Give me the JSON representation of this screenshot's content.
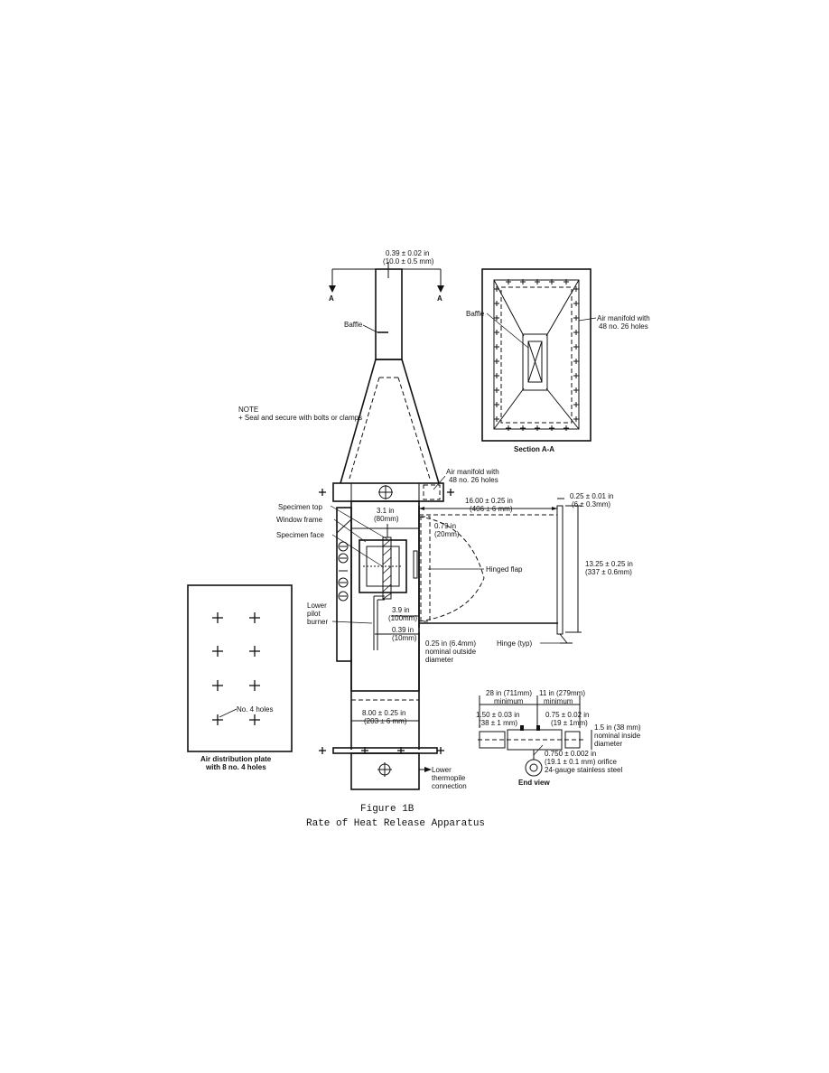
{
  "figure": {
    "number": "Figure 1B",
    "title": "Rate of Heat Release Apparatus"
  },
  "labels": {
    "top_dim_1": "0.39 ± 0.02 in",
    "top_dim_2": "(10.0 ± 0.5 mm)",
    "section_a_left": "A",
    "section_a_right": "A",
    "baffle_main": "Baffle",
    "note_title": "NOTE",
    "note_text": "+ Seal and secure with bolts or clamps",
    "section_baffle": "Baffle",
    "section_manifold_1": "Air manifold with",
    "section_manifold_2": "48 no. 26 holes",
    "section_title": "Section A-A",
    "manifold_1": "Air manifold with",
    "manifold_2": "48 no. 26 holes",
    "specimen_top": "Specimen top",
    "window_frame": "Window frame",
    "specimen_face": "Specimen face",
    "dim_31_1": "3.1 in",
    "dim_31_2": "(80mm)",
    "dim_16_1": "16.00 ± 0.25 in",
    "dim_16_2": "(406 ± 6 mm)",
    "dim_025_1": "0.25 ± 0.01 in",
    "dim_025_2": "(6 ± 0.3mm)",
    "dim_079_1": "0.79 in",
    "dim_079_2": "(20mm)",
    "hinged_flap": "Hinged flap",
    "dim_1325_1": "13.25 ± 0.25 in",
    "dim_1325_2": "(337 ± 0.6mm)",
    "lower_pilot_1": "Lower",
    "lower_pilot_2": "pilot",
    "lower_pilot_3": "burner",
    "dim_39_1": "3.9 in",
    "dim_39_2": "(100mm)",
    "dim_039_1": "0.39 in",
    "dim_039_2": "(10mm)",
    "hinge": "Hinge (typ)",
    "tube_1": "0.25 in (6.4mm)",
    "tube_2": "nominal outside",
    "tube_3": "diameter",
    "no4_holes": "No. 4 holes",
    "plate_1": "Air distribution plate",
    "plate_2": "with 8 no. 4 holes",
    "dim_8_1": "8.00 ± 0.25 in",
    "dim_8_2": "(203 ± 6 mm)",
    "lower_thermo_1": "Lower",
    "lower_thermo_2": "thermopile",
    "lower_thermo_3": "connection",
    "pipe_28_1": "28 in (711mm)",
    "pipe_28_2": "minimum",
    "pipe_11_1": "11 in (279mm)",
    "pipe_11_2": "minimum",
    "pipe_150_1": "1.50 ± 0.03 in",
    "pipe_150_2": "(38 ± 1 mm)",
    "pipe_075_1": "0.75 ± 0.02 in",
    "pipe_075_2": "(19 ± 1mm)",
    "pipe_15_1": "1.5 in (38 mm)",
    "pipe_15_2": "nominal inside",
    "pipe_15_3": "diameter",
    "orifice_1": "0.750 ± 0.002 in",
    "orifice_2": "(19.1 ± 0.1 mm) orifice",
    "orifice_3": "24-gauge stainless steel",
    "end_view": "End view"
  }
}
